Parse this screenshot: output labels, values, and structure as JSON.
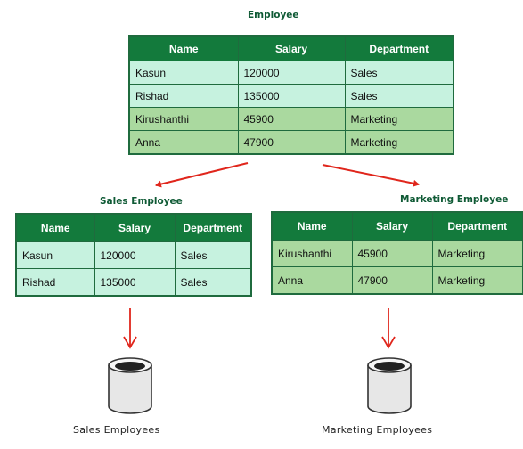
{
  "employee": {
    "title": "Employee",
    "headers": [
      "Name",
      "Salary",
      "Department"
    ],
    "rows": [
      [
        "Kasun",
        "120000",
        "Sales"
      ],
      [
        "Rishad",
        "135000",
        "Sales"
      ],
      [
        "Kirushanthi",
        "45900",
        "Marketing"
      ],
      [
        "Anna",
        "47900",
        "Marketing"
      ]
    ]
  },
  "sales": {
    "title": "Sales Employee",
    "headers": [
      "Name",
      "Salary",
      "Department"
    ],
    "rows": [
      [
        "Kasun",
        "120000",
        "Sales"
      ],
      [
        "Rishad",
        "135000",
        "Sales"
      ]
    ],
    "storage_label": "Sales Employees"
  },
  "marketing": {
    "title": "Marketing Employee",
    "headers": [
      "Name",
      "Salary",
      "Department"
    ],
    "rows": [
      [
        "Kirushanthi",
        "45900",
        "Marketing"
      ],
      [
        "Anna",
        "47900",
        "Marketing"
      ]
    ],
    "storage_label": "Marketing Employees"
  },
  "colors": {
    "header_bg": "#137a3c",
    "row_light": "#c6f2df",
    "row_mid": "#aad99f",
    "arrow": "#e0261c"
  }
}
